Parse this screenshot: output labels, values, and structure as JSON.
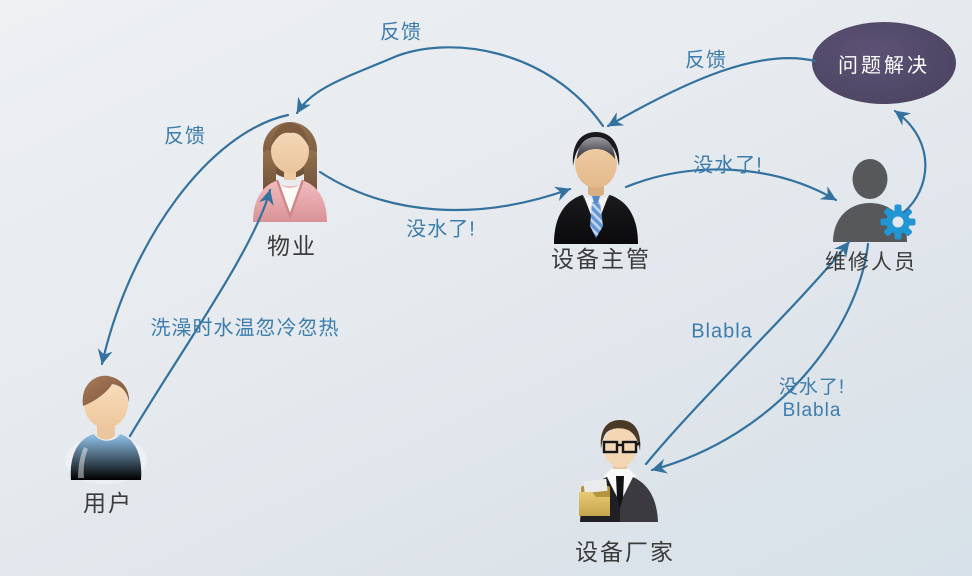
{
  "diagram": {
    "title": "",
    "nodes": [
      {
        "id": "user",
        "label": "用户",
        "icon": "user-person-icon",
        "shape": "person"
      },
      {
        "id": "property",
        "label": "物业",
        "icon": "property-woman-icon",
        "shape": "person"
      },
      {
        "id": "supervisor",
        "label": "设备主管",
        "icon": "supervisor-person-icon",
        "shape": "person"
      },
      {
        "id": "maintenance",
        "label": "维修人员",
        "icon": "maintenance-person-icon",
        "shape": "person-with-gear"
      },
      {
        "id": "manufacturer",
        "label": "设备厂家",
        "icon": "manufacturer-person-icon",
        "shape": "person-with-folder"
      },
      {
        "id": "solved",
        "label": "问题解决",
        "icon": "ellipse-node",
        "shape": "ellipse"
      }
    ],
    "edges": [
      {
        "from": "user",
        "to": "property",
        "label": "洗澡时水温忽冷忽热"
      },
      {
        "from": "property",
        "to": "user",
        "label": "反馈"
      },
      {
        "from": "property",
        "to": "supervisor",
        "label": "没水了!"
      },
      {
        "from": "supervisor",
        "to": "property",
        "label": "反馈"
      },
      {
        "from": "supervisor",
        "to": "maintenance",
        "label": "没水了!"
      },
      {
        "from": "solved",
        "to": "supervisor",
        "label": "反馈"
      },
      {
        "from": "maintenance",
        "to": "solved",
        "label": ""
      },
      {
        "from": "maintenance",
        "to": "manufacturer",
        "label": "没水了!\nBlabla"
      },
      {
        "from": "manufacturer",
        "to": "maintenance",
        "label": "Blabla"
      }
    ],
    "colors": {
      "edge_stroke": "#33719e",
      "edge_label_text": "#3d7dad",
      "node_label_text": "#3b3b3b",
      "solution_fill": "#514968",
      "solution_text": "#ffffff",
      "gear_accent": "#2196d3"
    }
  }
}
